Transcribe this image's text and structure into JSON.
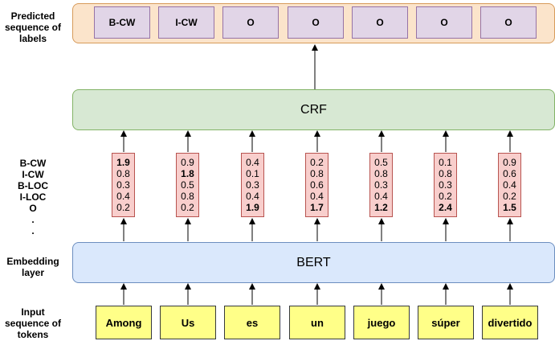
{
  "row_labels": {
    "predicted": [
      "Predicted",
      "sequence of",
      "labels"
    ],
    "embedding": [
      "Embedding",
      "layer"
    ],
    "input": [
      "Input",
      "sequence of",
      "tokens"
    ]
  },
  "tag_list": [
    "B-CW",
    "I-CW",
    "B-LOC",
    "I-LOC",
    "O",
    ".",
    "."
  ],
  "predicted_labels": [
    "B-CW",
    "I-CW",
    "O",
    "O",
    "O",
    "O",
    "O"
  ],
  "crf_label": "CRF",
  "bert_label": "BERT",
  "tokens": [
    "Among",
    "Us",
    "es",
    "un",
    "juego",
    "súper",
    "divertido"
  ],
  "score_vectors": [
    [
      "1.9",
      "0.8",
      "0.3",
      "0.4",
      "0.2"
    ],
    [
      "0.9",
      "1.8",
      "0.5",
      "0.8",
      "0.2"
    ],
    [
      "0.4",
      "0.1",
      "0.3",
      "0.4",
      "1.9"
    ],
    [
      "0.2",
      "0.8",
      "0.6",
      "0.4",
      "1.7"
    ],
    [
      "0.5",
      "0.8",
      "0.3",
      "0.4",
      "1.2"
    ],
    [
      "0.1",
      "0.8",
      "0.3",
      "0.2",
      "2.4"
    ],
    [
      "0.9",
      "0.6",
      "0.4",
      "0.2",
      "1.5"
    ]
  ],
  "highlight_index": [
    0,
    1,
    4,
    4,
    4,
    4,
    4
  ],
  "colors": {
    "predicted_band": "#fbe4cb",
    "label_box": "#e1d5e7",
    "crf_band": "#d7e8d3",
    "bert_band": "#dae8fc",
    "score_box": "#f8cecc",
    "token_box": "#ffff88"
  }
}
